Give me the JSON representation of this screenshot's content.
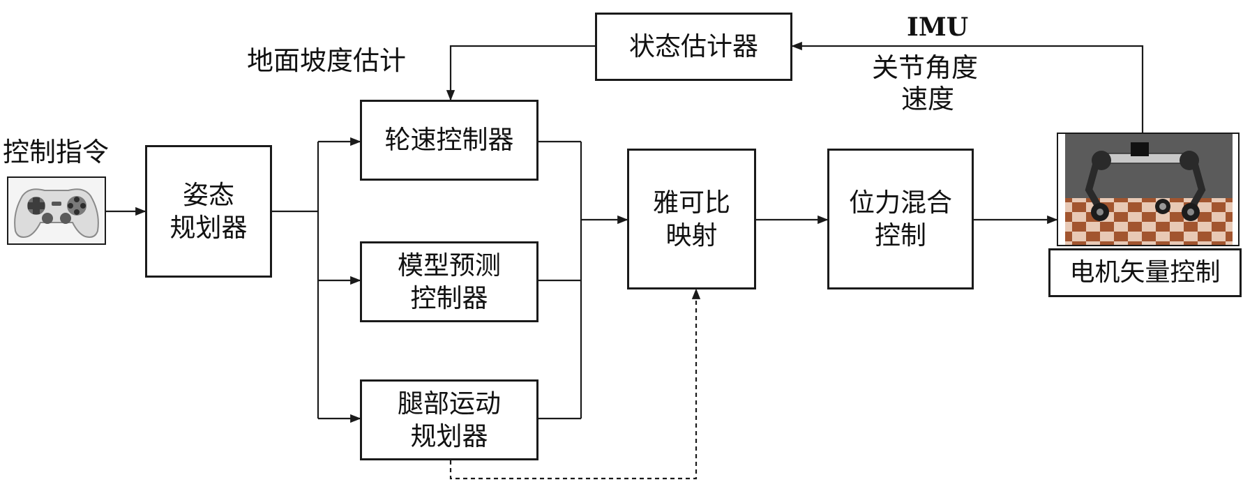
{
  "blocks": {
    "state_estimator": "状态估计器",
    "posture_planner_l1": "姿态",
    "posture_planner_l2": "规划器",
    "wheel_speed_controller": "轮速控制器",
    "mpc_l1": "模型预测",
    "mpc_l2": "控制器",
    "leg_motion_l1": "腿部运动",
    "leg_motion_l2": "规划器",
    "jacobian_l1": "雅可比",
    "jacobian_l2": "映射",
    "hybrid_l1": "位力混合",
    "hybrid_l2": "控制",
    "motor_vector_control": "电机矢量控制"
  },
  "labels": {
    "control_command": "控制指令",
    "ground_slope": "地面坡度估计",
    "imu": "IMU",
    "joint_angle": "关节角度",
    "speed": "速度"
  },
  "colors": {
    "line": "#1a1a1a",
    "checker_light": "#e8c9b5",
    "checker_dark": "#a2552f"
  },
  "icons": {
    "gamepad": "gamepad-icon",
    "robot": "wheel-legged-robot-render"
  }
}
